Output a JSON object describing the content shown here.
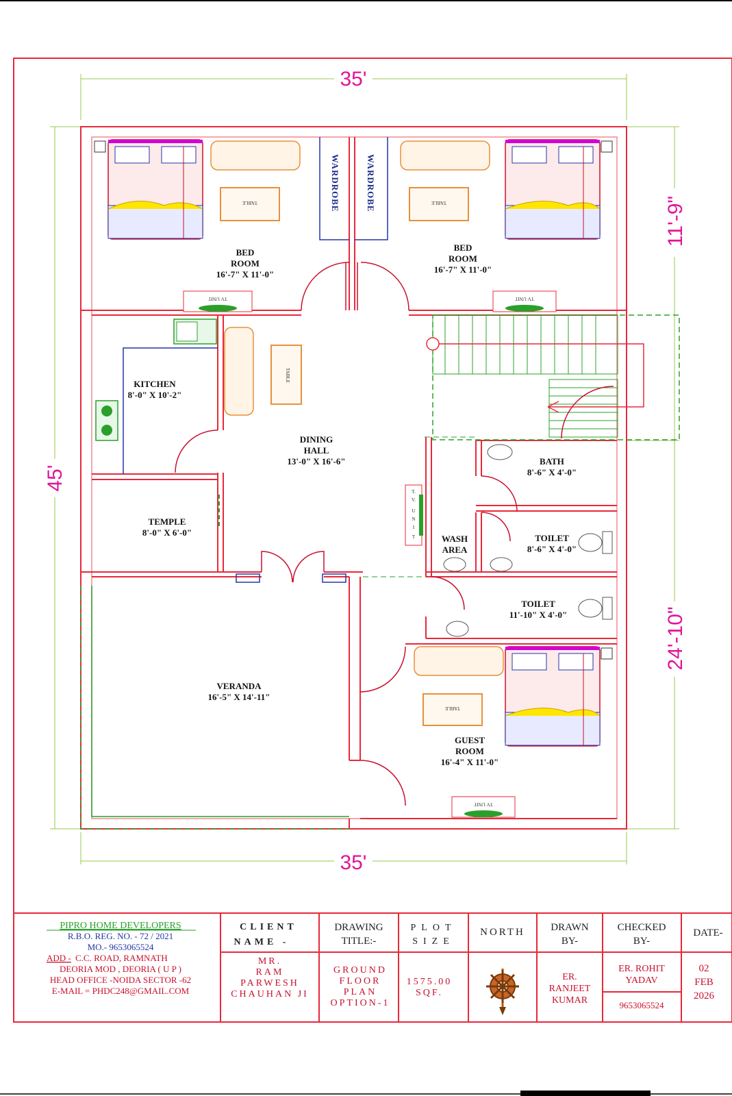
{
  "plan": {
    "dims": {
      "top": "35'",
      "bottom": "35'",
      "left": "45'",
      "right_top": "11'-9\"",
      "right_bottom": "24'-10\""
    },
    "rooms": [
      {
        "id": "bed1",
        "name": [
          "BED",
          "ROOM"
        ],
        "size": "16'-7\" X 11'-0\""
      },
      {
        "id": "bed2",
        "name": [
          "BED",
          "ROOM"
        ],
        "size": "16'-7\" X 11'-0\""
      },
      {
        "id": "kitchen",
        "name": [
          "KITCHEN"
        ],
        "size": "8'-0\" X 10'-2\""
      },
      {
        "id": "dining",
        "name": [
          "DINING",
          "HALL"
        ],
        "size": "13'-0\" X 16'-6\""
      },
      {
        "id": "temple",
        "name": [
          "TEMPLE"
        ],
        "size": "8'-0\" X 6'-0\""
      },
      {
        "id": "bath",
        "name": [
          "BATH"
        ],
        "size": "8'-6\" X 4'-0\""
      },
      {
        "id": "toilet1",
        "name": [
          "TOILET"
        ],
        "size": "8'-6\" X 4'-0\""
      },
      {
        "id": "wash",
        "name": [
          "WASH",
          "AREA"
        ],
        "size": ""
      },
      {
        "id": "toilet2",
        "name": [
          "TOILET"
        ],
        "size": "11'-10\" X 4'-0\""
      },
      {
        "id": "veranda",
        "name": [
          "VERANDA"
        ],
        "size": "16'-5\" X 14'-11\""
      },
      {
        "id": "guest",
        "name": [
          "GUEST",
          "ROOM"
        ],
        "size": "16'-4\" X 11'-0\""
      }
    ],
    "wardrobe_label": "WARDROBE",
    "table_label": "TABLE",
    "tv_unit_label": "TV UNIT",
    "tv_unit_letters": [
      "T.",
      "V.",
      "U",
      "N",
      "I",
      "T"
    ]
  },
  "title_block": {
    "company": {
      "name": "PIPRO HOME DEVELOPERS",
      "reg": "R.B.O. REG. NO. - 72 / 2021",
      "mobile": "MO.- 9653065524",
      "address_prefix": "ADD -",
      "address_line1": " C.C. ROAD, RAMNATH",
      "address_line2": "DEORIA MOD , DEORIA ( U P )",
      "head_office": "HEAD OFFICE -NOIDA SECTOR -62",
      "email": "E-MAIL = PHDC248@GMAIL.COM"
    },
    "client": {
      "header": [
        "CLIENT",
        "NAME -"
      ],
      "value": [
        "MR.",
        "RAM",
        "PARWESH",
        "CHAUHAN JI"
      ]
    },
    "drawing": {
      "header": [
        "DRAWING",
        "TITLE:-"
      ],
      "value": [
        "GROUND",
        "FLOOR",
        "PLAN",
        "OPTION-1"
      ]
    },
    "plot": {
      "header": [
        "PLOT",
        "SIZE"
      ],
      "value": [
        "1575.00",
        "SQF."
      ]
    },
    "north": {
      "header": "NORTH"
    },
    "drawn": {
      "header": [
        "DRAWN",
        "BY-"
      ],
      "value": [
        "ER.",
        "RANJEET",
        "KUMAR"
      ]
    },
    "checked": {
      "header": [
        "CHECKED",
        "BY-"
      ],
      "value": [
        "ER. ROHIT",
        "YADAV"
      ],
      "phone": "9653065524"
    },
    "date": {
      "header": "DATE-",
      "value": [
        "02",
        "FEB",
        "2026"
      ]
    }
  },
  "colors": {
    "wall": "#e8283a",
    "dimension": "#e0149a",
    "stair": "#2aa02a",
    "wardrobe": "#2434a8",
    "furniture": "#e8903a"
  }
}
